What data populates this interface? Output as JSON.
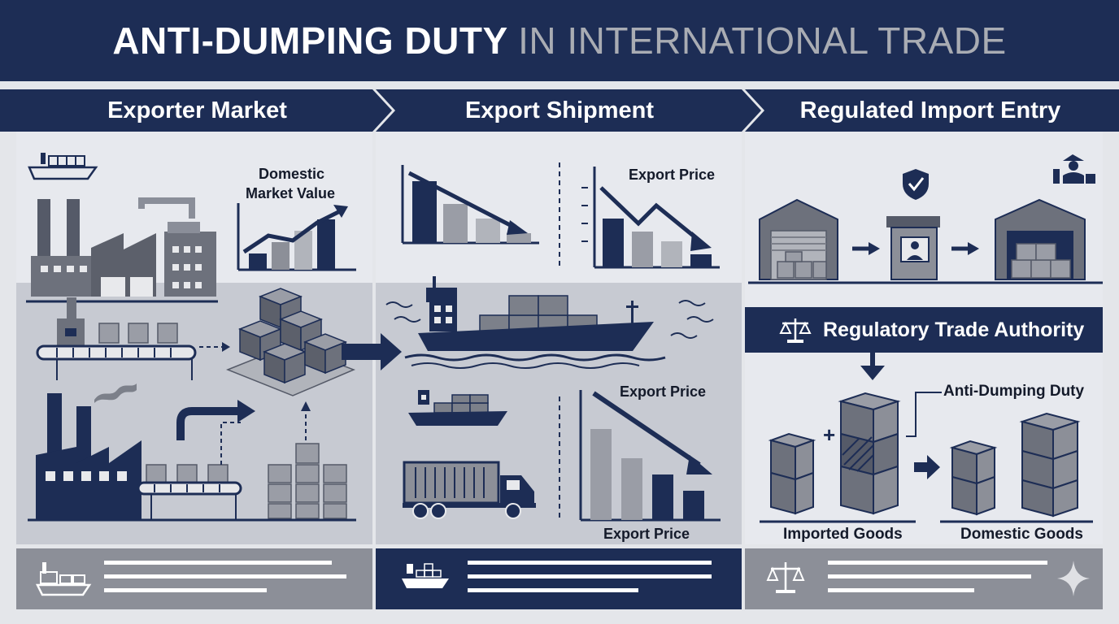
{
  "title": {
    "part1": "ANTI-DUMPING DUTY",
    "part2": "IN INTERNATIONAL TRADE"
  },
  "stages": [
    {
      "label": "Exporter Market"
    },
    {
      "label": "Export Shipment"
    },
    {
      "label": "Regulated Import Entry"
    }
  ],
  "exporter": {
    "domestic_value_line1": "Domestic",
    "domestic_value_line2": "Market Value"
  },
  "shipment": {
    "export_price_top": "Export Price",
    "export_price_mid": "Export Price",
    "export_price_bottom": "Export Price"
  },
  "import": {
    "authority": "Regulatory Trade Authority",
    "duty": "Anti-Dumping Duty",
    "imported": "Imported Goods",
    "domestic": "Domestic Goods"
  },
  "colors": {
    "navy": "#1d2d55",
    "gray": "#8c8f98",
    "light": "#e7e9ee"
  }
}
